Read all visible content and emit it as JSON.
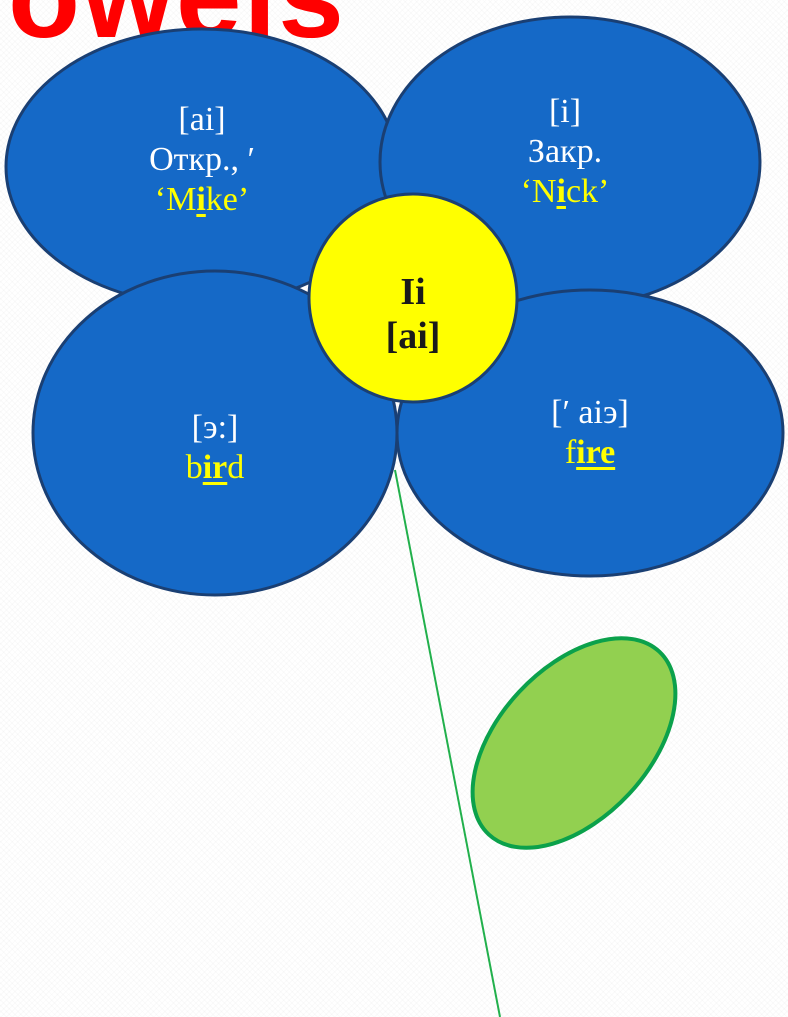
{
  "title": "owels",
  "colors": {
    "petal_fill": "#1569c7",
    "petal_stroke": "#1a3f73",
    "center_fill": "#ffff00",
    "stem": "#22b04c",
    "leaf_fill": "#92d050",
    "leaf_stroke": "#0ba14b",
    "title": "#ff0000",
    "highlight": "#ffff00"
  },
  "center": {
    "letter": "Ii",
    "sound": "[ai]"
  },
  "petals": {
    "top_left": {
      "sound": "[ai]",
      "rule": "Откр., ′",
      "example": {
        "before": "‘M",
        "highlight": "i",
        "after": "ke’"
      }
    },
    "top_right": {
      "sound": "[i]",
      "rule": "Закр.",
      "example": {
        "before": "‘N",
        "highlight": "i",
        "after": "ck’"
      }
    },
    "bottom_left": {
      "sound": "[э:]",
      "example": {
        "before": "b",
        "highlight": "ir",
        "after": "d"
      }
    },
    "bottom_right": {
      "sound": "[′ aiэ]",
      "example": {
        "before": "f",
        "highlight": "ire",
        "after": ""
      }
    }
  }
}
